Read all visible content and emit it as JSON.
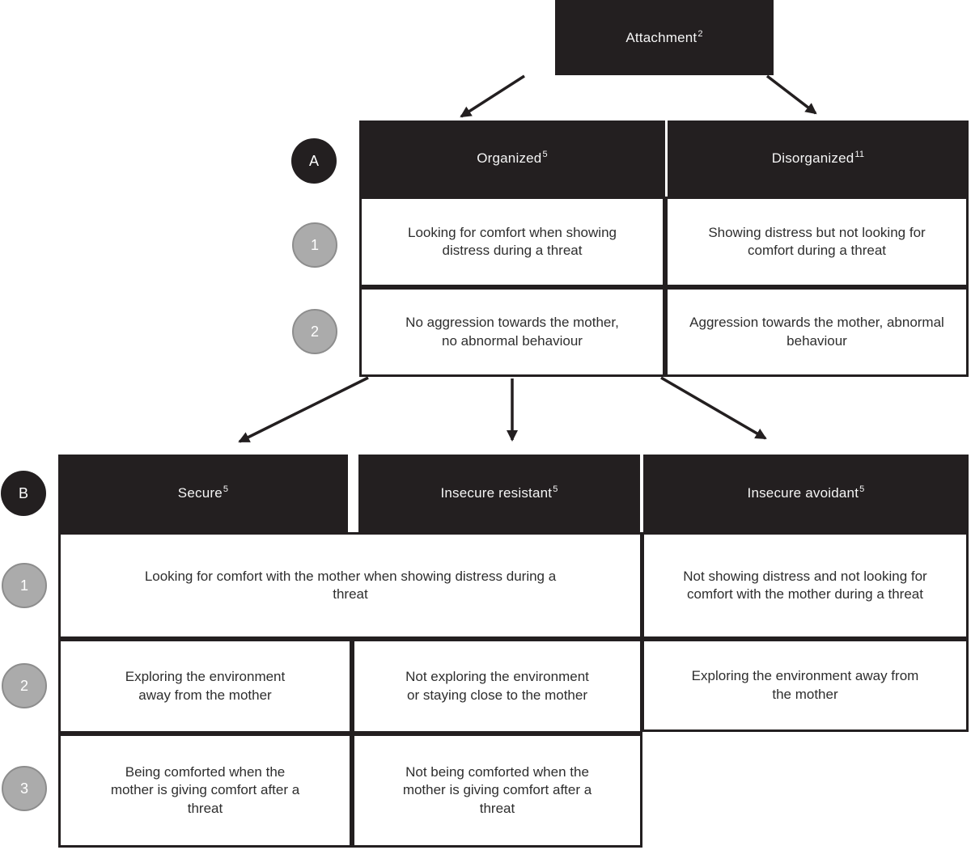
{
  "colors": {
    "box_black": "#231f20",
    "circle_gray_fill": "#ababab",
    "circle_gray_border": "#8d8d8d",
    "cell_text": "#2e2e2e",
    "header_text": "#f5f5f5"
  },
  "root": {
    "label": "Attachment",
    "sup": "2"
  },
  "section_a": {
    "marker": "A",
    "headers": [
      {
        "label": "Organized",
        "sup": "5"
      },
      {
        "label": "Disorganized",
        "sup": "11"
      }
    ],
    "rows": [
      {
        "marker": "1",
        "cells": [
          "Looking for comfort when showing distress during a threat",
          "Showing distress but not looking for comfort during a threat"
        ]
      },
      {
        "marker": "2",
        "cells": [
          "No aggression towards the mother, no abnormal behaviour",
          "Aggression towards the mother, abnormal behaviour"
        ]
      }
    ]
  },
  "section_b": {
    "marker": "B",
    "row_markers": [
      "1",
      "2",
      "3"
    ],
    "headers": [
      {
        "label": "Secure",
        "sup": "5"
      },
      {
        "label": "Insecure resistant",
        "sup": "5"
      },
      {
        "label": "Insecure avoidant",
        "sup": "5"
      }
    ],
    "cells": {
      "r1_merged": "Looking for comfort with the mother when showing distress during a threat",
      "r1_c3": "Not showing distress and not looking for comfort with the mother during a threat",
      "r2_c1": "Exploring the environment away from the mother",
      "r2_c2": "Not exploring the environment or staying close to the mother",
      "r2_c3": "Exploring the environment away from the mother",
      "r3_c1": "Being comforted when the mother is giving comfort after a threat",
      "r3_c2": "Not being comforted when the mother is giving comfort after a threat"
    }
  }
}
